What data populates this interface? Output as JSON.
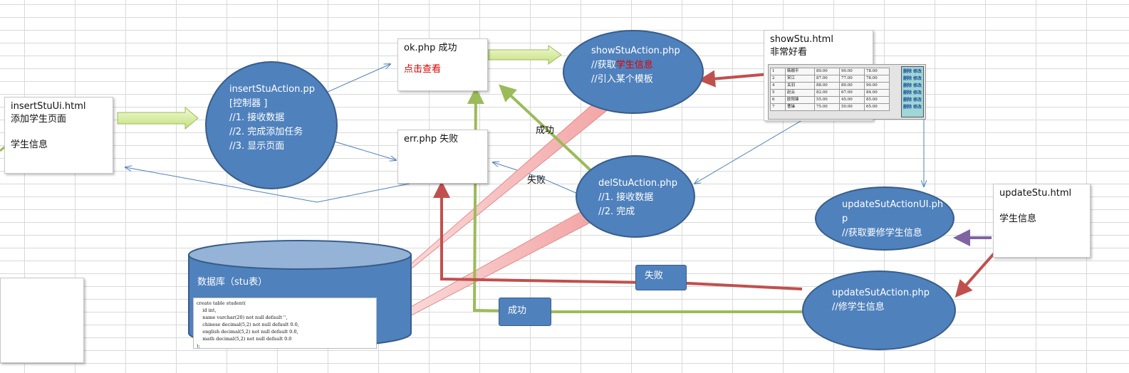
{
  "insert_ui": {
    "title": "insertStuUi.html",
    "line1": "添加学生页面",
    "line2": "学生信息"
  },
  "insert_action": {
    "lines": [
      "insertStuAction.pp",
      "[控制器 ]",
      "//1. 接收数据",
      "//2. 完成添加任务",
      "//3. 显示页面"
    ]
  },
  "ok_page": {
    "title": "ok.php 成功",
    "link": "点击查看"
  },
  "err_page": {
    "title": "err.php 失败"
  },
  "show_action": {
    "title": "showStuAction.php",
    "line2_prefix": "//获取",
    "line2_highlight": "学生信息",
    "line3": "//引入某个模板"
  },
  "show_page": {
    "title": "showStu.html",
    "subtitle": "非常好看"
  },
  "student_table": {
    "rows": [
      [
        "1",
        "韩顺平",
        "89.00",
        "90.00",
        "78.00"
      ],
      [
        "2",
        "宋江",
        "87.00",
        "77.00",
        "78.00"
      ],
      [
        "4",
        "关羽",
        "88.00",
        "80.00",
        "90.00"
      ],
      [
        "5",
        "赵云",
        "82.00",
        "67.00",
        "84.00"
      ],
      [
        "6",
        "欧阳锋",
        "55.00",
        "45.00",
        "85.00"
      ],
      [
        "7",
        "曹操",
        "75.00",
        "50.00",
        "65.00"
      ]
    ],
    "op_label": "删除 修改"
  },
  "del_action": {
    "lines": [
      "delStuAction.php",
      "//1. 接收数据",
      "//2. 完成"
    ]
  },
  "update_ui_action": {
    "lines": [
      "updateSutActionUI.ph",
      "p",
      "//获取要修学生信息"
    ]
  },
  "update_page": {
    "title": "updateStu.html",
    "line1": "学生信息"
  },
  "update_action": {
    "lines": [
      "updateSutAction.php",
      "//修学生信息"
    ]
  },
  "database": {
    "title": "数据库（stu表）",
    "sql": [
      "create table student(",
      "    id int,",
      "    name varchar(20) not null default '',",
      "    chinese decimal(5,2) not null default 0.0,",
      "    english decimal(5,2) not null default 0.0,",
      "    math decimal(5,2) not null default 0.0",
      ");"
    ]
  },
  "labels": {
    "success": "成功",
    "fail": "失败",
    "fail_box": "失败",
    "success_box": "成功"
  },
  "colors": {
    "ellipse_fill": "#4f81bd",
    "green": "#9bbb59",
    "red": "#c0504d",
    "purple": "#8064a2",
    "thin_blue": "#4f81bd"
  }
}
